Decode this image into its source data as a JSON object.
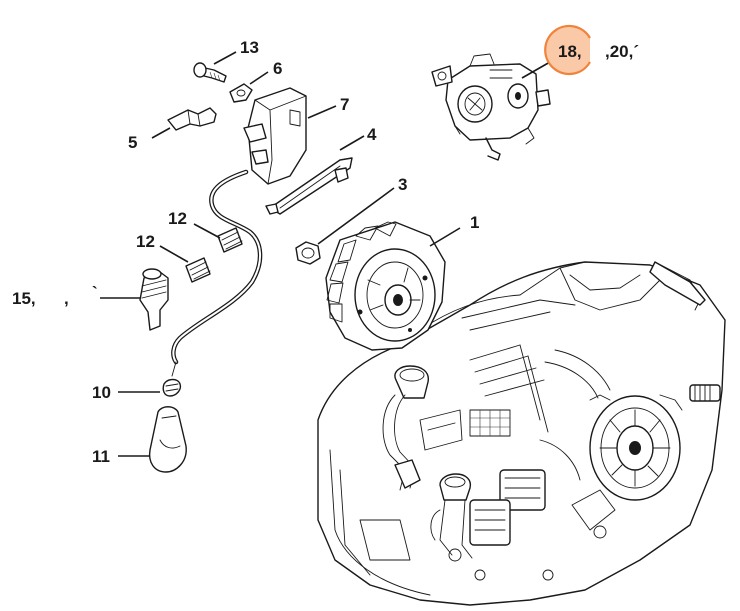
{
  "diagram": {
    "labels": {
      "l1": "1",
      "l3": "3",
      "l4": "4",
      "l5": "5",
      "l6": "6",
      "l7": "7",
      "l10": "10",
      "l11": "11",
      "l12a": "12",
      "l12b": "12",
      "l13": "13",
      "l15": "15,",
      "l15b": ",",
      "l15c": "`",
      "l18": "18,",
      "l20": ",20,´"
    },
    "highlight_color": "#f9c9a8",
    "highlight_stroke": "#f0823a",
    "line_color": "#1a1a1a"
  }
}
